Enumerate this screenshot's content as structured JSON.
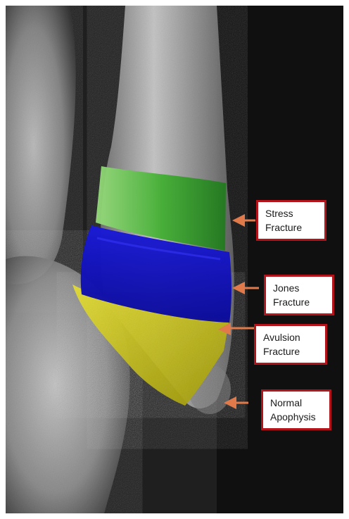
{
  "colors": {
    "arrow": "#e07a4a",
    "label_border": "#b3141b",
    "stress_region": "#3fae2f",
    "jones_region": "#1414c8",
    "avulsion_region": "#d6cf1a"
  },
  "labels": [
    {
      "id": "stress",
      "line1": "Stress",
      "line2": "Fracture"
    },
    {
      "id": "jones",
      "line1": "Jones",
      "line2": "Fracture"
    },
    {
      "id": "avulsion",
      "line1": "Avulsion",
      "line2": "Fracture"
    },
    {
      "id": "normal",
      "line1": "Normal",
      "line2": "Apophysis"
    }
  ]
}
